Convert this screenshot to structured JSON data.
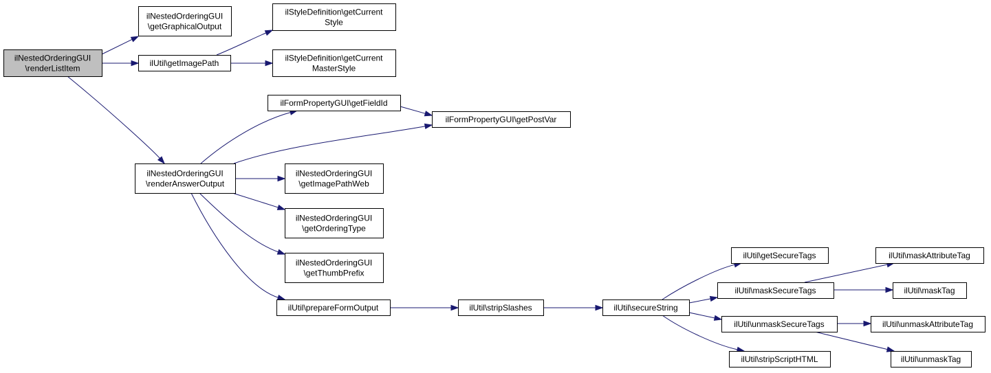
{
  "colors": {
    "edge": "#191970",
    "root_fill": "#bfbfbf",
    "node_fill": "#ffffff",
    "node_border": "#000000"
  },
  "nodes": [
    {
      "id": "renderListItem",
      "lines": [
        "ilNestedOrderingGUI",
        "\\renderListItem"
      ],
      "root": true
    },
    {
      "id": "getGraphicalOutput",
      "lines": [
        "ilNestedOrderingGUI",
        "\\getGraphicalOutput"
      ]
    },
    {
      "id": "getImagePath",
      "lines": [
        "ilUtil\\getImagePath"
      ]
    },
    {
      "id": "getCurrentStyle",
      "lines": [
        "ilStyleDefinition\\getCurrent",
        "Style"
      ]
    },
    {
      "id": "getCurrentMasterStyle",
      "lines": [
        "ilStyleDefinition\\getCurrent",
        "MasterStyle"
      ]
    },
    {
      "id": "getFieldId",
      "lines": [
        "ilFormPropertyGUI\\getFieldId"
      ]
    },
    {
      "id": "getPostVar",
      "lines": [
        "ilFormPropertyGUI\\getPostVar"
      ]
    },
    {
      "id": "renderAnswerOutput",
      "lines": [
        "ilNestedOrderingGUI",
        "\\renderAnswerOutput"
      ]
    },
    {
      "id": "getImagePathWeb",
      "lines": [
        "ilNestedOrderingGUI",
        "\\getImagePathWeb"
      ]
    },
    {
      "id": "getOrderingType",
      "lines": [
        "ilNestedOrderingGUI",
        "\\getOrderingType"
      ]
    },
    {
      "id": "getThumbPrefix",
      "lines": [
        "ilNestedOrderingGUI",
        "\\getThumbPrefix"
      ]
    },
    {
      "id": "prepareFormOutput",
      "lines": [
        "ilUtil\\prepareFormOutput"
      ]
    },
    {
      "id": "stripSlashes",
      "lines": [
        "ilUtil\\stripSlashes"
      ]
    },
    {
      "id": "secureString",
      "lines": [
        "ilUtil\\secureString"
      ]
    },
    {
      "id": "getSecureTags",
      "lines": [
        "ilUtil\\getSecureTags"
      ]
    },
    {
      "id": "maskSecureTags",
      "lines": [
        "ilUtil\\maskSecureTags"
      ]
    },
    {
      "id": "unmaskSecureTags",
      "lines": [
        "ilUtil\\unmaskSecureTags"
      ]
    },
    {
      "id": "stripScriptHTML",
      "lines": [
        "ilUtil\\stripScriptHTML"
      ]
    },
    {
      "id": "maskAttributeTag",
      "lines": [
        "ilUtil\\maskAttributeTag"
      ]
    },
    {
      "id": "maskTag",
      "lines": [
        "ilUtil\\maskTag"
      ]
    },
    {
      "id": "unmaskAttributeTag",
      "lines": [
        "ilUtil\\unmaskAttributeTag"
      ]
    },
    {
      "id": "unmaskTag",
      "lines": [
        "ilUtil\\unmaskTag"
      ]
    }
  ],
  "edges": [
    {
      "from": "renderListItem",
      "to": "getGraphicalOutput"
    },
    {
      "from": "renderListItem",
      "to": "getImagePath"
    },
    {
      "from": "renderListItem",
      "to": "renderAnswerOutput"
    },
    {
      "from": "getImagePath",
      "to": "getCurrentStyle"
    },
    {
      "from": "getImagePath",
      "to": "getCurrentMasterStyle"
    },
    {
      "from": "getFieldId",
      "to": "getPostVar"
    },
    {
      "from": "renderAnswerOutput",
      "to": "getFieldId"
    },
    {
      "from": "renderAnswerOutput",
      "to": "getPostVar"
    },
    {
      "from": "renderAnswerOutput",
      "to": "getImagePathWeb"
    },
    {
      "from": "renderAnswerOutput",
      "to": "getOrderingType"
    },
    {
      "from": "renderAnswerOutput",
      "to": "getThumbPrefix"
    },
    {
      "from": "renderAnswerOutput",
      "to": "prepareFormOutput"
    },
    {
      "from": "prepareFormOutput",
      "to": "stripSlashes"
    },
    {
      "from": "stripSlashes",
      "to": "secureString"
    },
    {
      "from": "secureString",
      "to": "getSecureTags"
    },
    {
      "from": "secureString",
      "to": "maskSecureTags"
    },
    {
      "from": "secureString",
      "to": "unmaskSecureTags"
    },
    {
      "from": "secureString",
      "to": "stripScriptHTML"
    },
    {
      "from": "maskSecureTags",
      "to": "maskAttributeTag"
    },
    {
      "from": "maskSecureTags",
      "to": "maskTag"
    },
    {
      "from": "unmaskSecureTags",
      "to": "unmaskAttributeTag"
    },
    {
      "from": "unmaskSecureTags",
      "to": "unmaskTag"
    }
  ]
}
